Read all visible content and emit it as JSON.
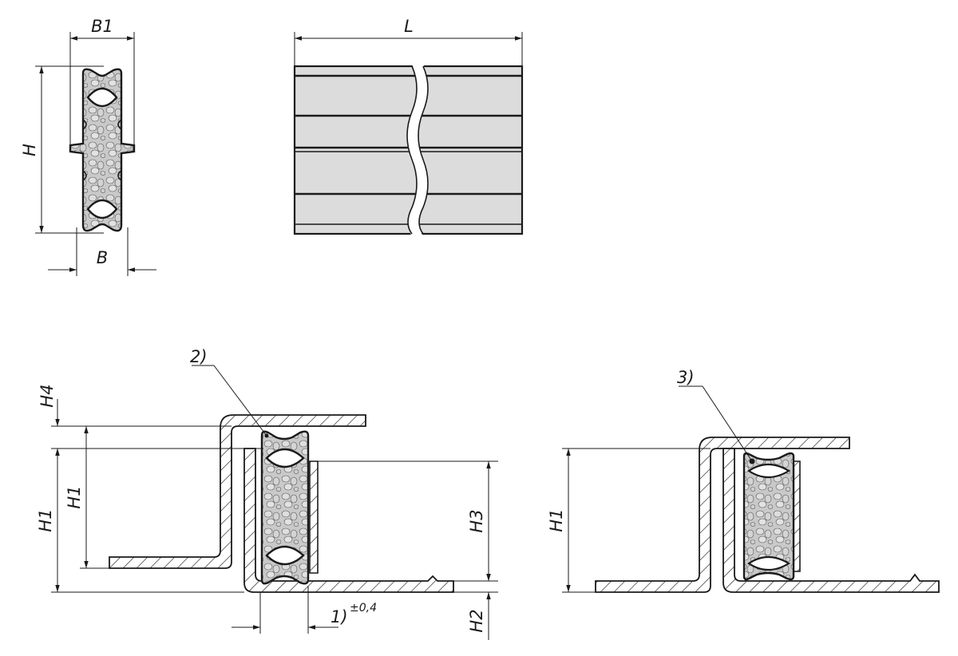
{
  "labels": {
    "b1": "B1",
    "b": "B",
    "h": "H",
    "l": "L",
    "h4": "H4",
    "h1_outer": "H1",
    "h1_inner": "H1",
    "h3": "H3",
    "h2": "H2",
    "h1_right": "H1",
    "note_1": "1)",
    "tolerance": "±0,4",
    "note_2": "2)",
    "note_3": "3)"
  },
  "colors": {
    "line": "#1a1a1a",
    "profile_fill": "#dcdcdc",
    "foam_fill": "#c8c8c8",
    "background": "#ffffff"
  }
}
